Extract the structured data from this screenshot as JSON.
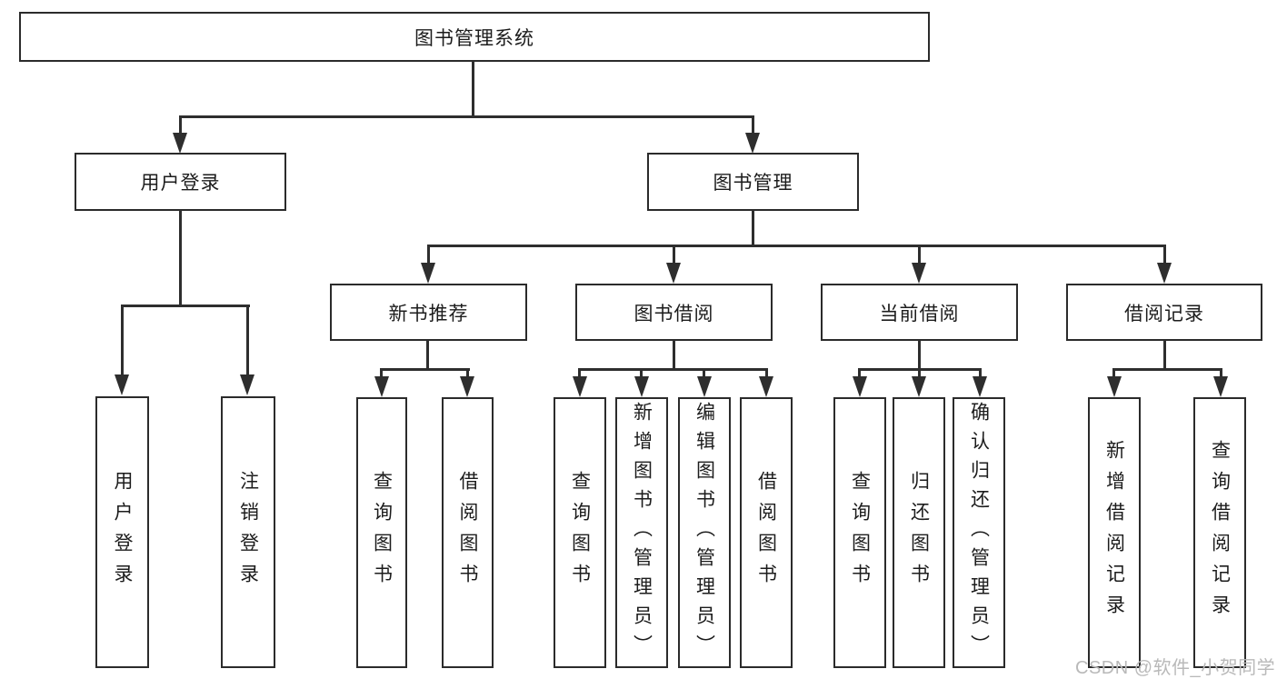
{
  "tree": {
    "root": {
      "label": "图书管理系统"
    },
    "branches": [
      {
        "label": "用户登录",
        "children": [
          {
            "label": "用户登录"
          },
          {
            "label": "注销登录"
          }
        ]
      },
      {
        "label": "图书管理",
        "children": [
          {
            "label": "新书推荐",
            "children": [
              {
                "label": "查询图书"
              },
              {
                "label": "借阅图书"
              }
            ]
          },
          {
            "label": "图书借阅",
            "children": [
              {
                "label": "查询图书"
              },
              {
                "label": "新增图书（管理员）"
              },
              {
                "label": "编辑图书（管理员）"
              },
              {
                "label": "借阅图书"
              }
            ]
          },
          {
            "label": "当前借阅",
            "children": [
              {
                "label": "查询图书"
              },
              {
                "label": "归还图书"
              },
              {
                "label": "确认归还（管理员）"
              }
            ]
          },
          {
            "label": "借阅记录",
            "children": [
              {
                "label": "新增借阅记录"
              },
              {
                "label": "查询借阅记录"
              }
            ]
          }
        ]
      }
    ]
  },
  "watermark": {
    "text": "CSDN @软件_小贺同学"
  },
  "colors": {
    "line": "#2e2e2e",
    "box_border": "#2b2b2b",
    "text": "#1c1c1c",
    "watermark": "#b9b9b9",
    "background": "#ffffff"
  }
}
